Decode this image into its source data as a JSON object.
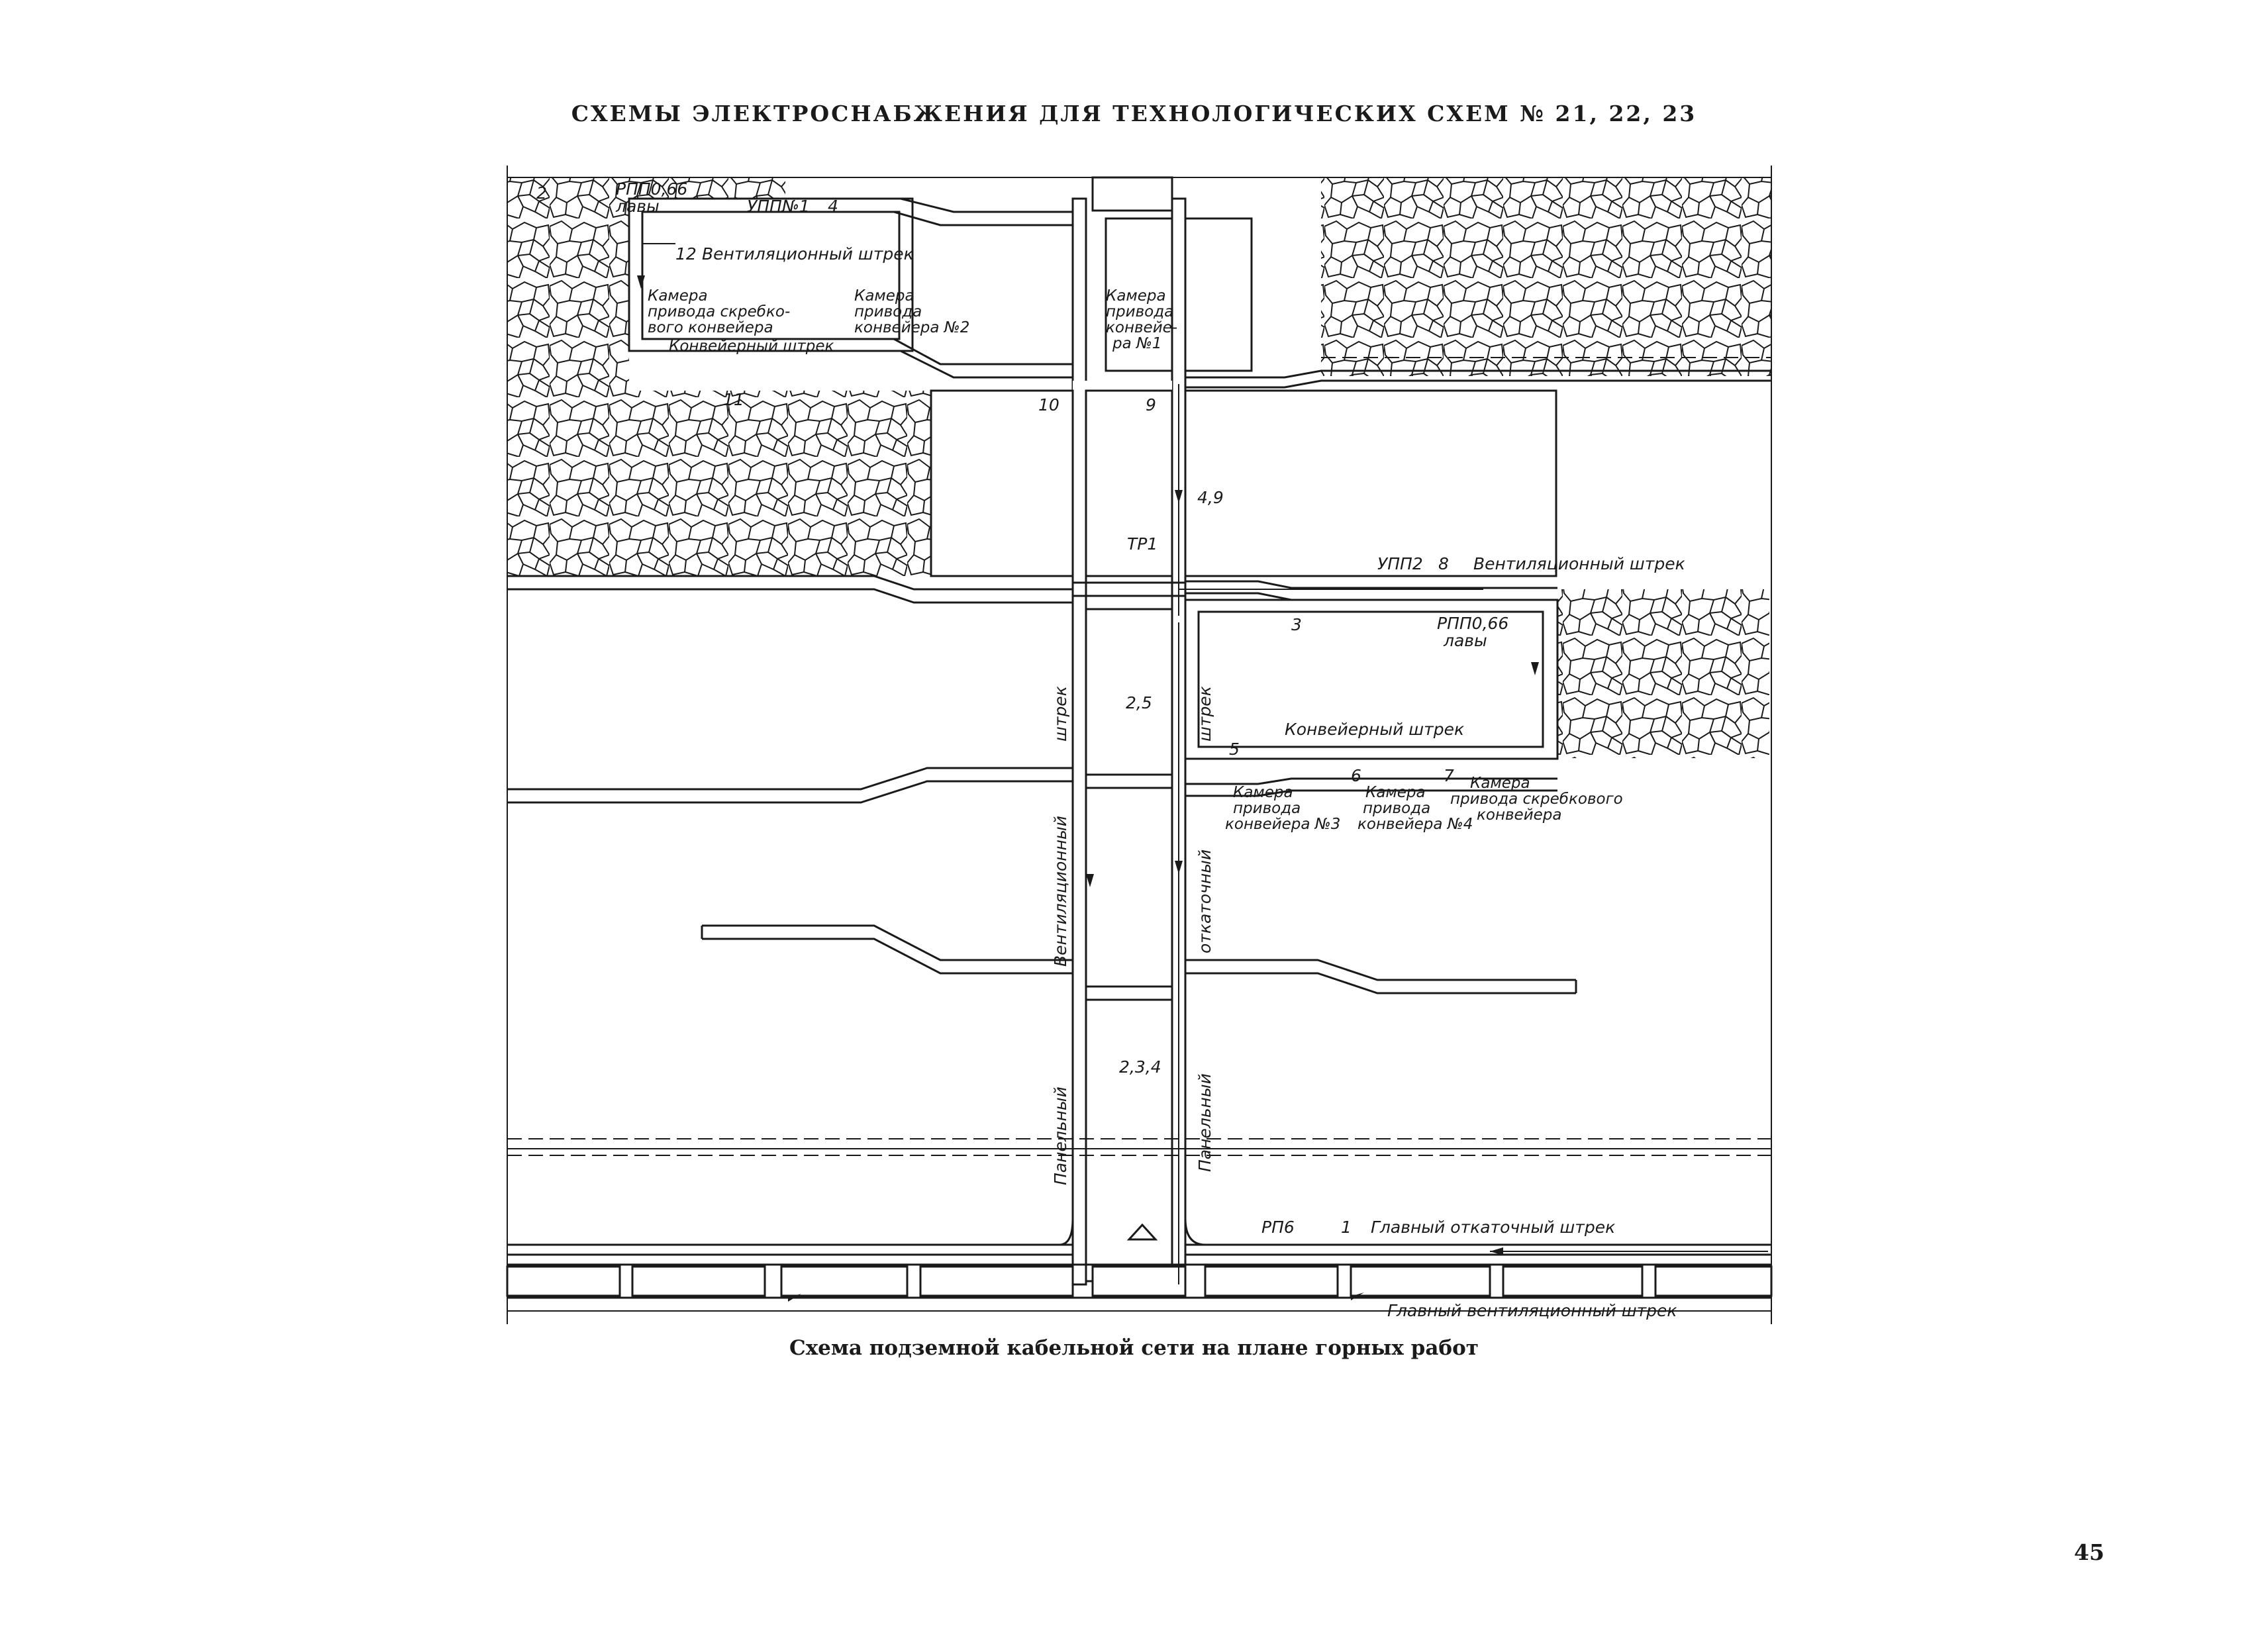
{
  "header": {
    "title": "СХЕМЫ ЭЛЕКТРОСНАБЖЕНИЯ ДЛЯ ТЕХНОЛОГИЧЕСКИХ СХЕМ № 21, 22, 23"
  },
  "caption": "Схема подземной кабельной сети на плане горных работ",
  "page_number": "45",
  "diagram": {
    "labels": {
      "n2": "2",
      "rpp_top_a": "РПП0,66",
      "rpp_top_b": "лавы",
      "upp1": "УПП№1",
      "n4": "4",
      "n12": "12",
      "vent_top": "Вентиляционный штрек",
      "cam_skreb_a": "Камера",
      "cam_skreb_b": "привода скребко-",
      "cam_skreb_c": "вого конвейера",
      "konv_top": "Конвейерный штрек",
      "cam2_a": "Камера",
      "cam2_b": "привода",
      "cam2_c": "конвейера №2",
      "cam1_a": "Камера",
      "cam1_b": "привода",
      "cam1_c": "конвейе-",
      "cam1_d": "ра №1",
      "n10": "10",
      "n9": "9",
      "n11": "11",
      "n49": "4,9",
      "tp1": "ТР1",
      "upp2": "УПП2",
      "n8": "8",
      "vent_right": "Вентиляционный штрек",
      "n3": "3",
      "rpp_right_a": "РПП0,66",
      "rpp_right_b": "лавы",
      "n25": "2,5",
      "konv_right": "Конвейерный штрек",
      "n5": "5",
      "n6": "6",
      "n7": "7",
      "cam3_a": "Камера",
      "cam3_b": "привода",
      "cam3_c": "конвейера №3",
      "cam4_a": "Камера",
      "cam4_b": "привода",
      "cam4_c": "конвейера №4",
      "cam_skreb2_a": "Камера",
      "cam_skreb2_b": "привода скребкового",
      "cam_skreb2_c": "конвейера",
      "shtrek_left_top": "штрек",
      "vent_left": "Вентиляционный",
      "panel_left": "Панельный",
      "shtrek_right_top": "штрек",
      "otkat_right": "откаточный",
      "panel_right": "Панельный",
      "n234": "2,3,4",
      "rp6": "РП6",
      "n1": "1",
      "main_haul": "Главный откаточный штрек",
      "main_vent": "Главный вентиляционный штрек"
    }
  }
}
